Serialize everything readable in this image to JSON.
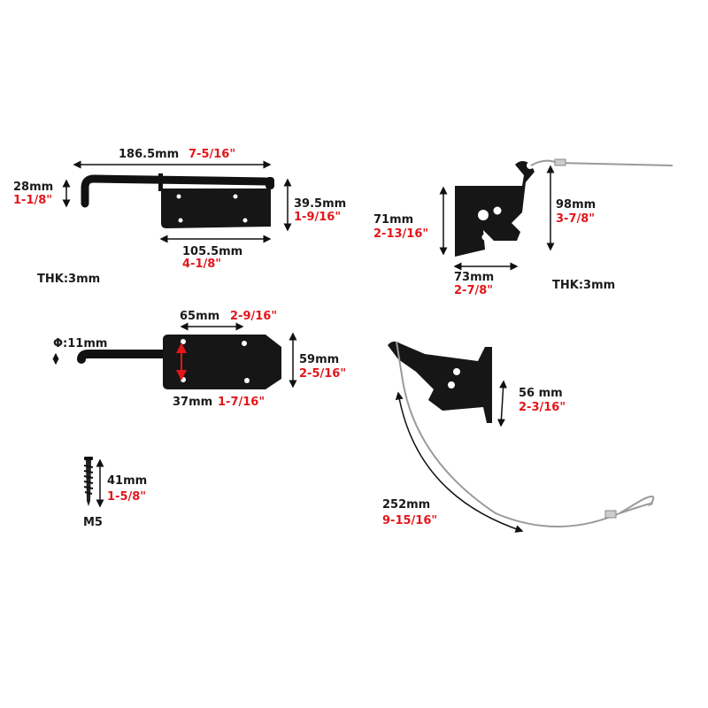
{
  "colors": {
    "metric": "#1a1a1a",
    "imperial": "#e3161b",
    "hardware": "#111111",
    "cable": "#9a9a9a"
  },
  "bolt_top": {
    "length": {
      "mm": "186.5mm",
      "in": "7-5/16\""
    },
    "hook": {
      "mm": "28mm",
      "in": "1-1/8\""
    },
    "height": {
      "mm": "39.5mm",
      "in": "1-9/16\""
    },
    "plate": {
      "mm": "105.5mm",
      "in": "4-1/8\""
    },
    "thickness": "THK:3mm"
  },
  "bolt_bottom": {
    "hole_spacing": {
      "mm": "65mm",
      "in": "2-9/16\""
    },
    "diameter": "Φ:11mm",
    "height": {
      "mm": "59mm",
      "in": "2-5/16\""
    },
    "hole_vertical": {
      "mm": "37mm",
      "in": "1-7/16\""
    }
  },
  "screw": {
    "length": {
      "mm": "41mm",
      "in": "1-5/8\""
    },
    "size": "M5"
  },
  "gate_latch": {
    "plate_height": {
      "mm": "71mm",
      "in": "2-13/16\""
    },
    "total_height": {
      "mm": "98mm",
      "in": "3-7/8\""
    },
    "width": {
      "mm": "73mm",
      "in": "2-7/8\""
    },
    "thickness": "THK:3mm"
  },
  "latch_side": {
    "depth": {
      "mm": "56 mm",
      "in": "2-3/16\""
    },
    "cable": {
      "mm": "252mm",
      "in": "9-15/16\""
    }
  }
}
